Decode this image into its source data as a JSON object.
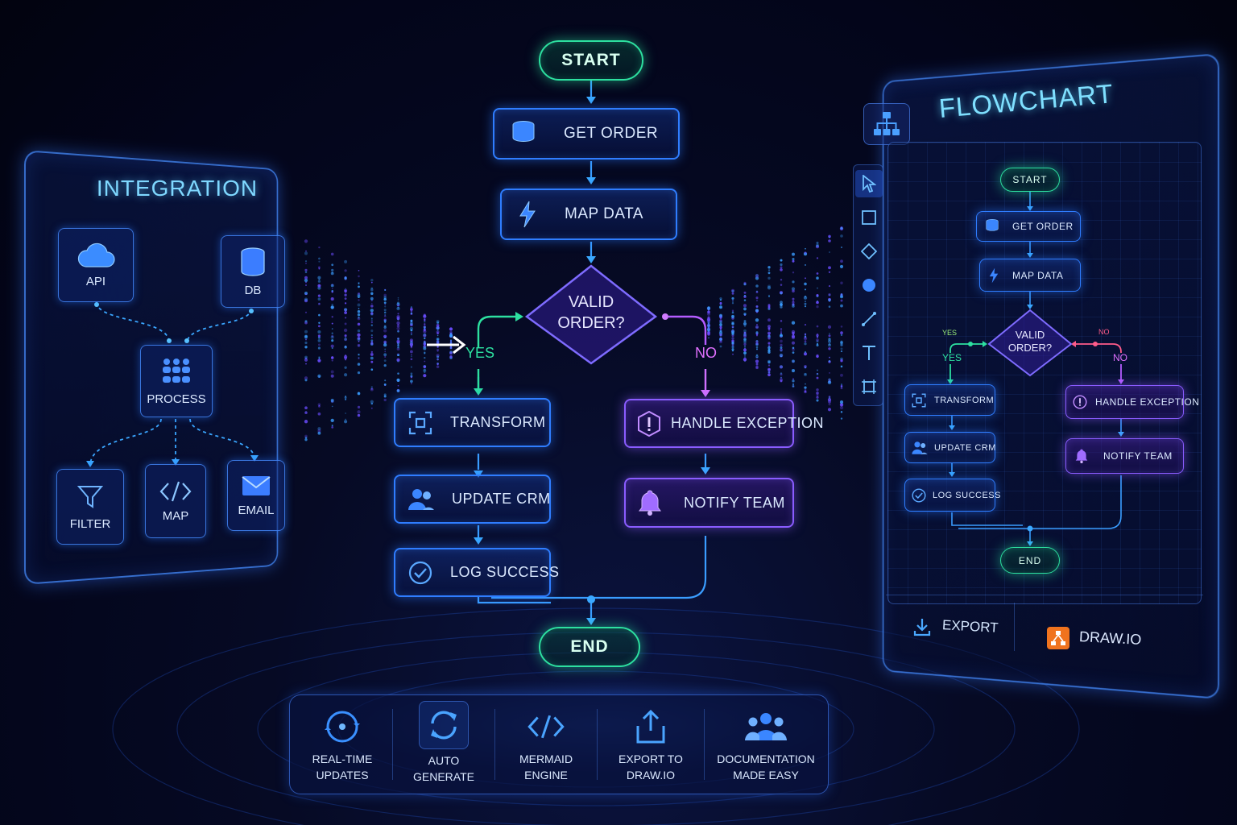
{
  "integration": {
    "title": "INTEGRATION",
    "nodes": {
      "api": "API",
      "db": "DB",
      "process": "PROCESS",
      "filter": "FILTER",
      "map": "MAP",
      "email": "EMAIL"
    }
  },
  "flow": {
    "start": "START",
    "get_order": "GET ORDER",
    "map_data": "MAP DATA",
    "valid_order": [
      "VALID",
      "ORDER?"
    ],
    "yes": "YES",
    "no": "NO",
    "transform": "TRANSFORM",
    "update_crm": "UPDATE CRM",
    "log_success": "LOG SUCCESS",
    "handle_exception": "HANDLE EXCEPTION",
    "notify_team": "NOTIFY TEAM",
    "end": "END"
  },
  "editor": {
    "title": "FLOWCHART",
    "tools": [
      "cursor-icon",
      "rectangle-icon",
      "diamond-icon",
      "circle-icon",
      "line-icon",
      "text-icon",
      "frame-icon"
    ],
    "mini": {
      "start": "START",
      "get_order": "GET ORDER",
      "map_data": "MAP DATA",
      "valid_order": [
        "VALID",
        "ORDER?"
      ],
      "yes_small": "YES",
      "no_small": "NO",
      "yes": "YES",
      "no": "NO",
      "transform": "TRANSFORM",
      "update_crm": "UPDATE CRM",
      "log_success": "LOG SUCCESS",
      "handle_exception": "HANDLE EXCEPTION",
      "notify_team": "NOTIFY TEAM",
      "end": "END"
    },
    "export": "EXPORT",
    "drawio": "DRAW.IO"
  },
  "features": [
    {
      "icon": "sync-target-icon",
      "line1": "REAL-TIME",
      "line2": "UPDATES"
    },
    {
      "icon": "refresh-icon",
      "line1": "AUTO",
      "line2": "GENERATE"
    },
    {
      "icon": "code-icon",
      "line1": "MERMAID",
      "line2": "ENGINE"
    },
    {
      "icon": "upload-icon",
      "line1": "EXPORT TO",
      "line2": "DRAW.IO"
    },
    {
      "icon": "team-icon",
      "line1": "DOCUMENTATION",
      "line2": "MADE EASY"
    }
  ],
  "colors": {
    "primary_blue": "#2f7dff",
    "yes_green": "#2de0a0",
    "no_purple": "#b45cff",
    "background": "#03051a",
    "drawio_orange": "#f0731e"
  }
}
